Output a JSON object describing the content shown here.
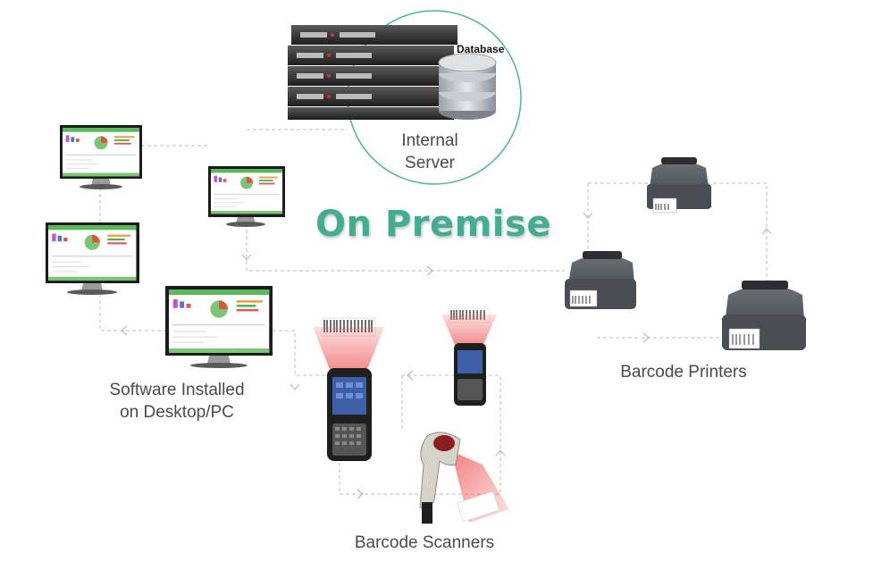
{
  "diagram": {
    "headline": "On Premise",
    "server_label_line1": "Internal",
    "server_label_line2": "Server",
    "database_label": "Database",
    "desktop_label_line1": "Software Installed",
    "desktop_label_line2": "on Desktop/PC",
    "printers_label": "Barcode Printers",
    "scanners_label": "Barcode Scanners"
  },
  "colors": {
    "headline": "#42ad91",
    "circle": "#4fb59a",
    "scan_beam": "#f06060",
    "connector": "#bdbdbd"
  },
  "icons": [
    "server-rack-icon",
    "database-icon",
    "monitor-icon",
    "barcode-printer-icon",
    "mobile-scanner-icon",
    "handheld-scanner-icon"
  ]
}
